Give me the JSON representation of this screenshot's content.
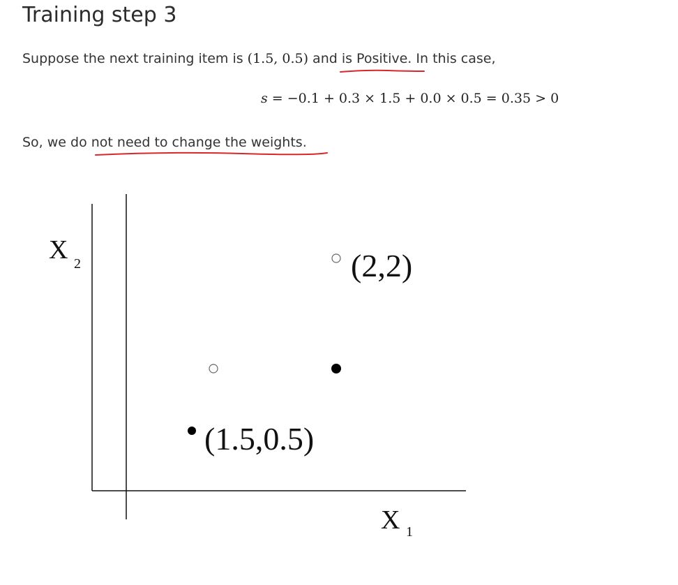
{
  "heading": "Training step 3",
  "para1": {
    "before": "Suppose the next training item is ",
    "item": "(1.5, 0.5)",
    "middle": " and ",
    "highlight": "is Positive.",
    "after": " In this case,"
  },
  "equation": {
    "lhs": "s",
    "rhs": " = −0.1 + 0.3 × 1.5 + 0.0 × 0.5 = 0.35 > 0"
  },
  "para2": {
    "before": "So, we do ",
    "highlight": "not need to change the weights."
  },
  "annotation_color": "#d9262c",
  "figure": {
    "x_axis_label": "X",
    "x_axis_subscript": "1",
    "y_axis_label": "X",
    "y_axis_subscript": "2",
    "points": [
      {
        "label": "(2,2)",
        "filled": false
      },
      {
        "label": "",
        "filled": false
      },
      {
        "label": "",
        "filled": true
      },
      {
        "label": "(1.5,0.5)",
        "filled": true
      }
    ]
  }
}
